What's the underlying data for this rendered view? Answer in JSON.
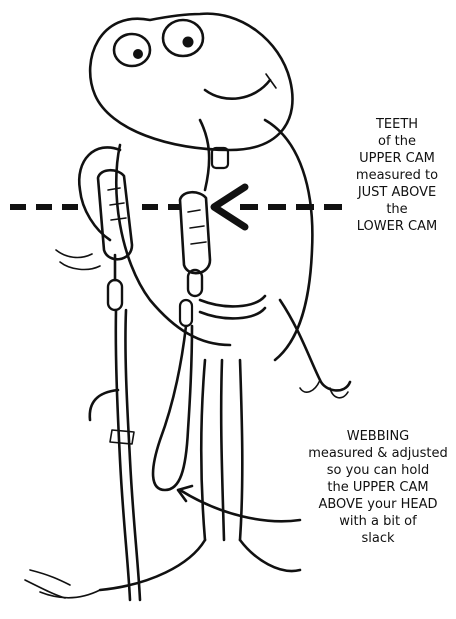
{
  "annotations": {
    "upper_cam_teeth": [
      "TEETH",
      "of the",
      "UPPER CAM",
      "measured to",
      "JUST ABOVE",
      "the",
      "LOWER CAM"
    ],
    "webbing": [
      "WEBBING",
      "measured & adjusted",
      "so you can hold",
      "the UPPER CAM",
      "ABOVE your HEAD",
      "with a bit of",
      "slack"
    ]
  },
  "colors": {
    "ink": "#111111",
    "paper": "#ffffff"
  }
}
